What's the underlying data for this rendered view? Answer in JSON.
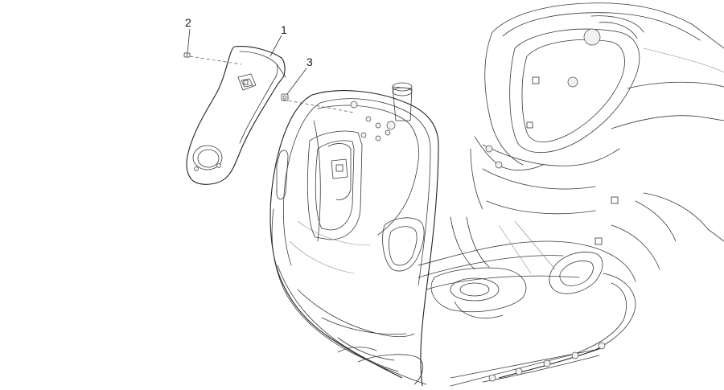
{
  "callouts": [
    {
      "id": "1",
      "label": "1"
    },
    {
      "id": "2",
      "label": "2"
    },
    {
      "id": "3",
      "label": "3"
    }
  ],
  "parts": [
    {
      "callout": "1",
      "icon": "legshield-cover-panel"
    },
    {
      "callout": "2",
      "icon": "screw-icon"
    },
    {
      "callout": "3",
      "icon": "nut-clip-icon"
    }
  ],
  "colors": {
    "line": "#3a3a3a",
    "background": "#ffffff"
  }
}
